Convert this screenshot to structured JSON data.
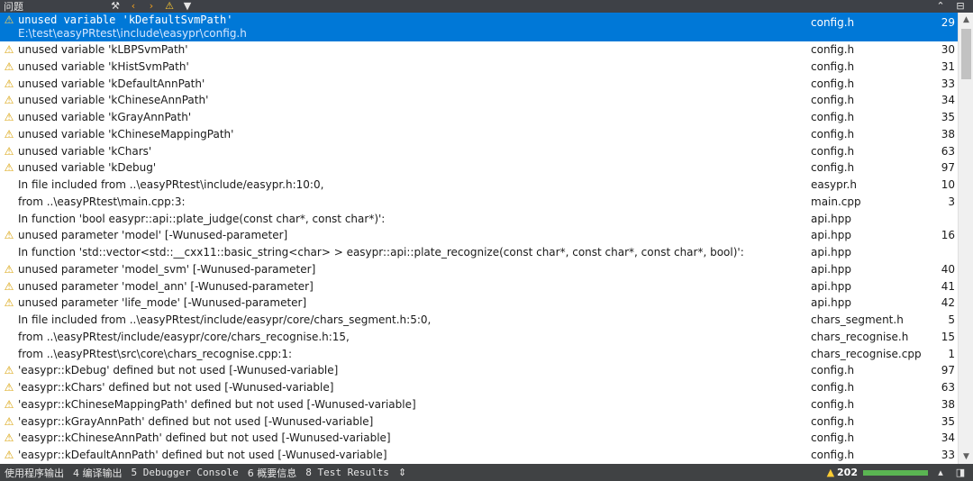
{
  "panel": {
    "title": "问题"
  },
  "toolbar": {
    "icons": [
      "build-filter-icon",
      "prev-arrow-icon",
      "next-arrow-icon",
      "warning-filter-icon",
      "filter-icon"
    ],
    "right_icons": [
      "collapse-up-icon",
      "minimize-pane-icon"
    ]
  },
  "colors": {
    "selection": "#0078d7",
    "warning": "#d8a106",
    "status_bg": "#404244",
    "progress": "#5ab552"
  },
  "issues": [
    {
      "type": "warning",
      "message": "unused variable 'kDefaultSvmPath'",
      "path": "E:\\test\\easyPRtest\\include\\easypr\\config.h",
      "file": "config.h",
      "line": "29",
      "selected": true
    },
    {
      "type": "warning",
      "message": "unused variable 'kLBPSvmPath'",
      "file": "config.h",
      "line": "30"
    },
    {
      "type": "warning",
      "message": "unused variable 'kHistSvmPath'",
      "file": "config.h",
      "line": "31"
    },
    {
      "type": "warning",
      "message": "unused variable 'kDefaultAnnPath'",
      "file": "config.h",
      "line": "33"
    },
    {
      "type": "warning",
      "message": "unused variable 'kChineseAnnPath'",
      "file": "config.h",
      "line": "34"
    },
    {
      "type": "warning",
      "message": "unused variable 'kGrayAnnPath'",
      "file": "config.h",
      "line": "35"
    },
    {
      "type": "warning",
      "message": "unused variable 'kChineseMappingPath'",
      "file": "config.h",
      "line": "38"
    },
    {
      "type": "warning",
      "message": "unused variable 'kChars'",
      "file": "config.h",
      "line": "63"
    },
    {
      "type": "warning",
      "message": "unused variable 'kDebug'",
      "file": "config.h",
      "line": "97"
    },
    {
      "type": "info",
      "message": "In file included from ..\\easyPRtest\\include/easypr.h:10:0,",
      "file": "easypr.h",
      "line": "10"
    },
    {
      "type": "info",
      "message": "from ..\\easyPRtest\\main.cpp:3:",
      "file": "main.cpp",
      "line": "3"
    },
    {
      "type": "info",
      "message": "In function 'bool easypr::api::plate_judge(const char*, const char*)':",
      "file": "api.hpp",
      "line": ""
    },
    {
      "type": "warning",
      "message": "unused parameter 'model' [-Wunused-parameter]",
      "file": "api.hpp",
      "line": "16"
    },
    {
      "type": "info",
      "message": "In function 'std::vector<std::__cxx11::basic_string<char> > easypr::api::plate_recognize(const char*, const char*, const char*, bool)':",
      "file": "api.hpp",
      "line": ""
    },
    {
      "type": "warning",
      "message": "unused parameter 'model_svm' [-Wunused-parameter]",
      "file": "api.hpp",
      "line": "40"
    },
    {
      "type": "warning",
      "message": "unused parameter 'model_ann' [-Wunused-parameter]",
      "file": "api.hpp",
      "line": "41"
    },
    {
      "type": "warning",
      "message": "unused parameter 'life_mode' [-Wunused-parameter]",
      "file": "api.hpp",
      "line": "42"
    },
    {
      "type": "info",
      "message": "In file included from ..\\easyPRtest/include/easypr/core/chars_segment.h:5:0,",
      "file": "chars_segment.h",
      "line": "5"
    },
    {
      "type": "info",
      "message": "from ..\\easyPRtest/include/easypr/core/chars_recognise.h:15,",
      "file": "chars_recognise.h",
      "line": "15"
    },
    {
      "type": "info",
      "message": "from ..\\easyPRtest\\src\\core\\chars_recognise.cpp:1:",
      "file": "chars_recognise.cpp",
      "line": "1"
    },
    {
      "type": "warning",
      "message": "'easypr::kDebug' defined but not used [-Wunused-variable]",
      "file": "config.h",
      "line": "97"
    },
    {
      "type": "warning",
      "message": "'easypr::kChars' defined but not used [-Wunused-variable]",
      "file": "config.h",
      "line": "63"
    },
    {
      "type": "warning",
      "message": "'easypr::kChineseMappingPath' defined but not used [-Wunused-variable]",
      "file": "config.h",
      "line": "38"
    },
    {
      "type": "warning",
      "message": "'easypr::kGrayAnnPath' defined but not used [-Wunused-variable]",
      "file": "config.h",
      "line": "35"
    },
    {
      "type": "warning",
      "message": "'easypr::kChineseAnnPath' defined but not used [-Wunused-variable]",
      "file": "config.h",
      "line": "34"
    },
    {
      "type": "warning",
      "message": "'easypr::kDefaultAnnPath' defined but not used [-Wunused-variable]",
      "file": "config.h",
      "line": "33"
    }
  ],
  "statusbar": {
    "tabs": [
      "使用程序输出",
      "4 编译输出",
      "5 Debugger Console",
      "6 概要信息",
      "8 Test Results"
    ],
    "more_icon": "⇕",
    "warning_count": "202",
    "build_progress": 1.0
  }
}
